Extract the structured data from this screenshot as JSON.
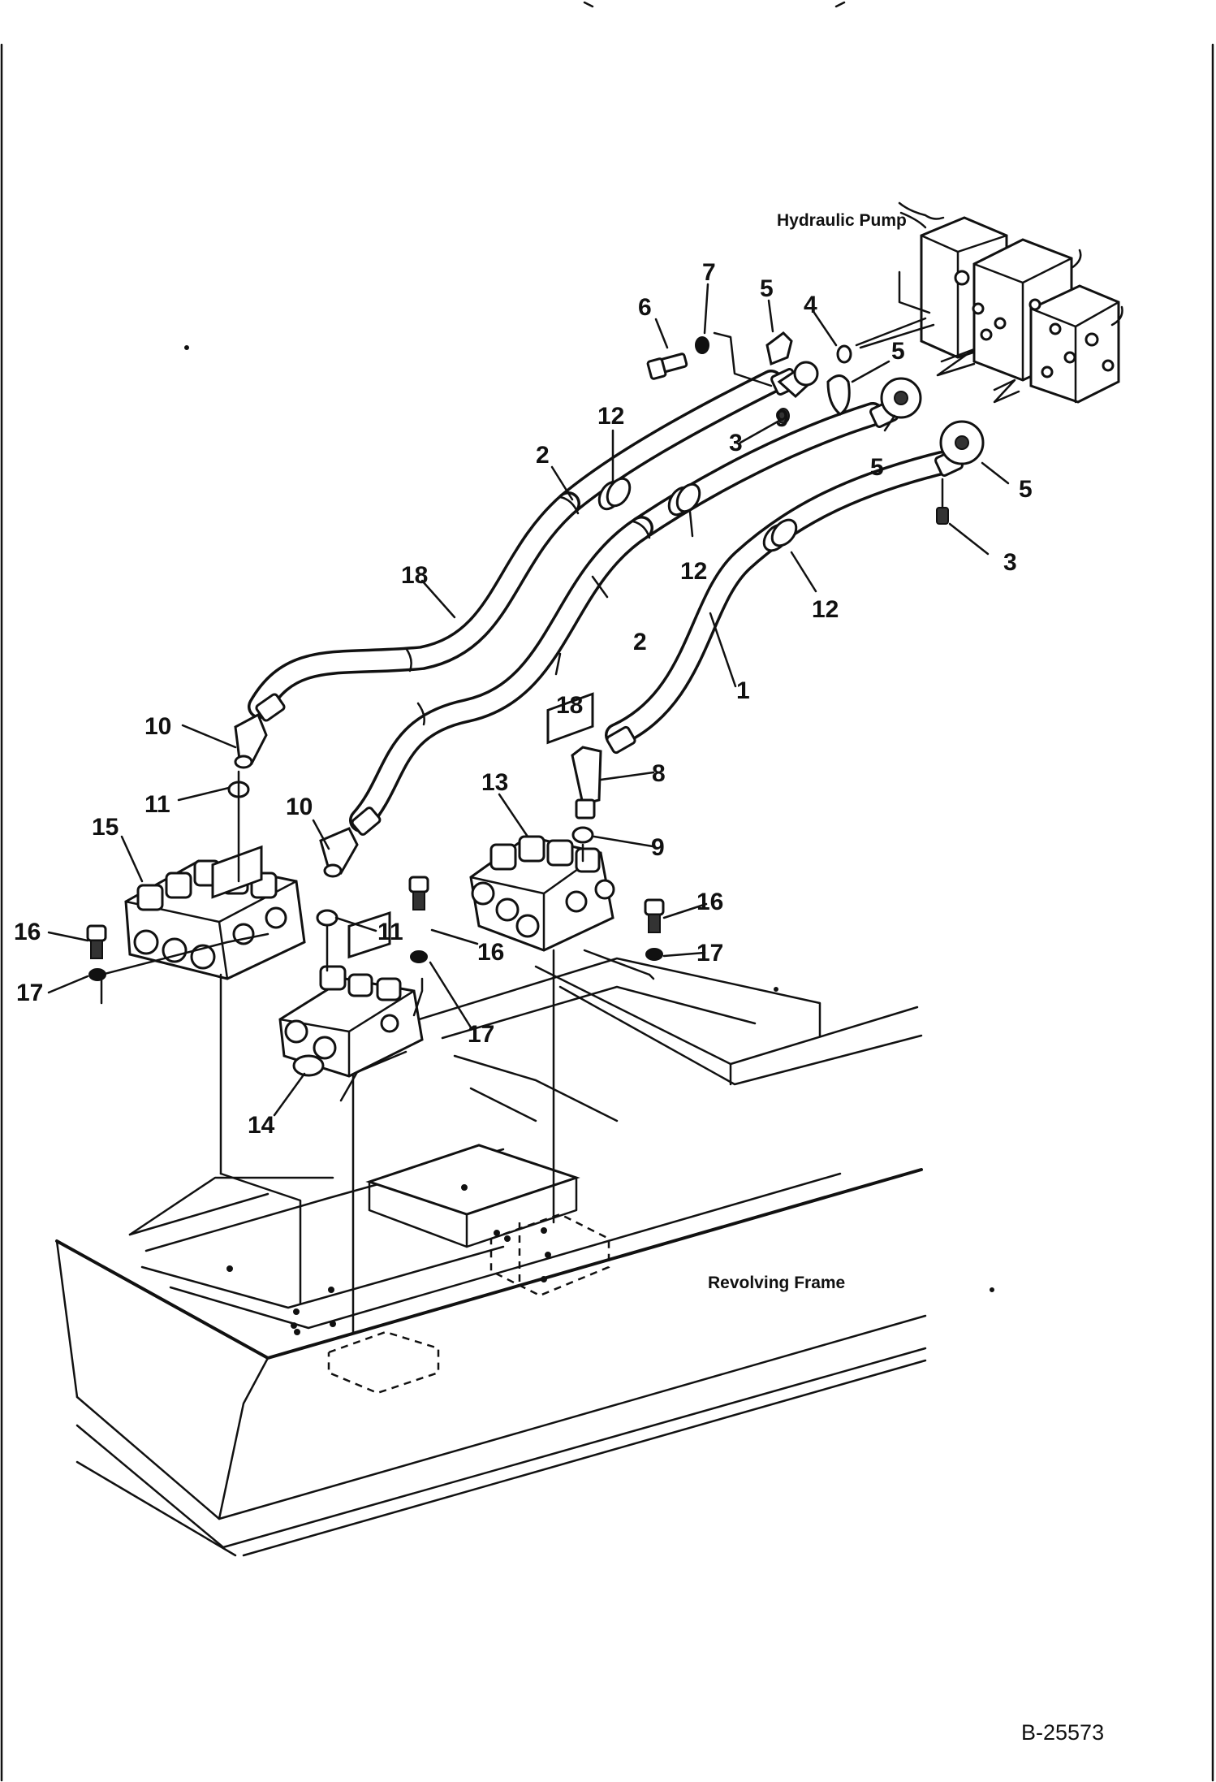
{
  "diagram": {
    "drawing_number": "B-25573",
    "captions": {
      "pump": "Hydraulic Pump",
      "frame": "Revolving Frame"
    },
    "callouts": {
      "c1": "1",
      "c2a": "2",
      "c2b": "2",
      "c3a": "3",
      "c3b": "3",
      "c4": "4",
      "c5a": "5",
      "c5b": "5",
      "c5c": "5",
      "c5d": "5",
      "c6": "6",
      "c7": "7",
      "c8": "8",
      "c9a": "9",
      "c9b": "9",
      "c10a": "10",
      "c10b": "10",
      "c11a": "11",
      "c11b": "11",
      "c12a": "12",
      "c12b": "12",
      "c12c": "12",
      "c13": "13",
      "c14": "14",
      "c15": "15",
      "c16a": "16",
      "c16b": "16",
      "c16c": "16",
      "c17a": "17",
      "c17b": "17",
      "c17c": "17",
      "c18a": "18",
      "c18b": "18"
    }
  }
}
